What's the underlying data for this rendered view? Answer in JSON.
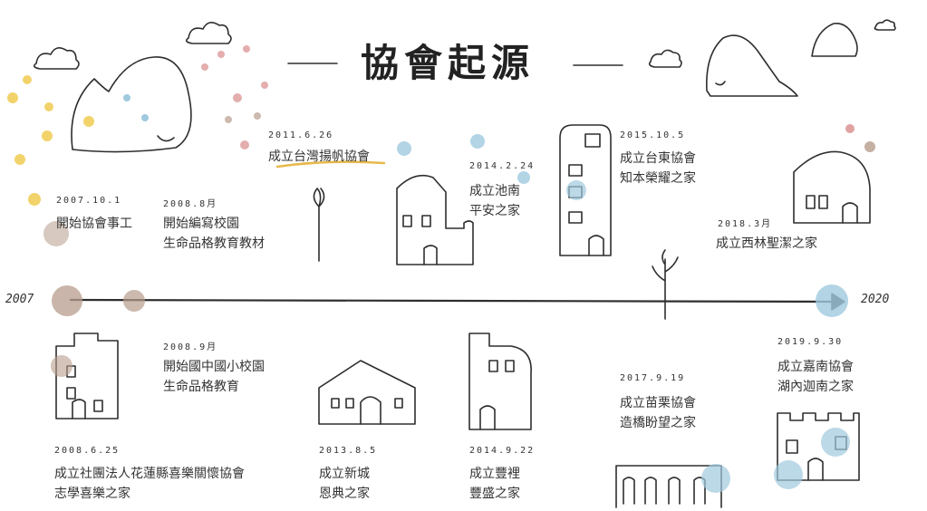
{
  "title": "協會起源",
  "axis": {
    "start": "2007",
    "end": "2020"
  },
  "colors": {
    "ink": "#2e2e2e",
    "blue": "#9fc9de",
    "brown": "#b79c8c",
    "pink": "#d98b8b",
    "yellow": "#f2d36b",
    "underline": "#e7b84a"
  },
  "events": [
    {
      "date": "2007.10.1",
      "lines": [
        "開始協會事工"
      ]
    },
    {
      "date": "2008.8月",
      "lines": [
        "開始編寫校園",
        "生命品格教育教材"
      ]
    },
    {
      "date": "2011.6.26",
      "lines": [
        "成立台灣揚帆協會"
      ]
    },
    {
      "date": "2014.2.24",
      "lines": [
        "成立池南",
        "平安之家"
      ]
    },
    {
      "date": "2015.10.5",
      "lines": [
        "成立台東協會",
        "知本榮耀之家"
      ]
    },
    {
      "date": "2018.3月",
      "lines": [
        "成立西林聖潔之家"
      ]
    },
    {
      "date": "2008.9月",
      "lines": [
        "開始國中國小校園",
        "生命品格教育"
      ]
    },
    {
      "date": "2008.6.25",
      "lines": [
        "成立社團法人花蓮縣喜樂關懷協會",
        "志學喜樂之家"
      ]
    },
    {
      "date": "2013.8.5",
      "lines": [
        "成立新城",
        "恩典之家"
      ]
    },
    {
      "date": "2014.9.22",
      "lines": [
        "成立豐裡",
        "豐盛之家"
      ]
    },
    {
      "date": "2017.9.19",
      "lines": [
        "成立苗栗協會",
        "造橋盼望之家"
      ]
    },
    {
      "date": "2019.9.30",
      "lines": [
        "成立嘉南協會",
        "湖內迦南之家"
      ]
    }
  ]
}
